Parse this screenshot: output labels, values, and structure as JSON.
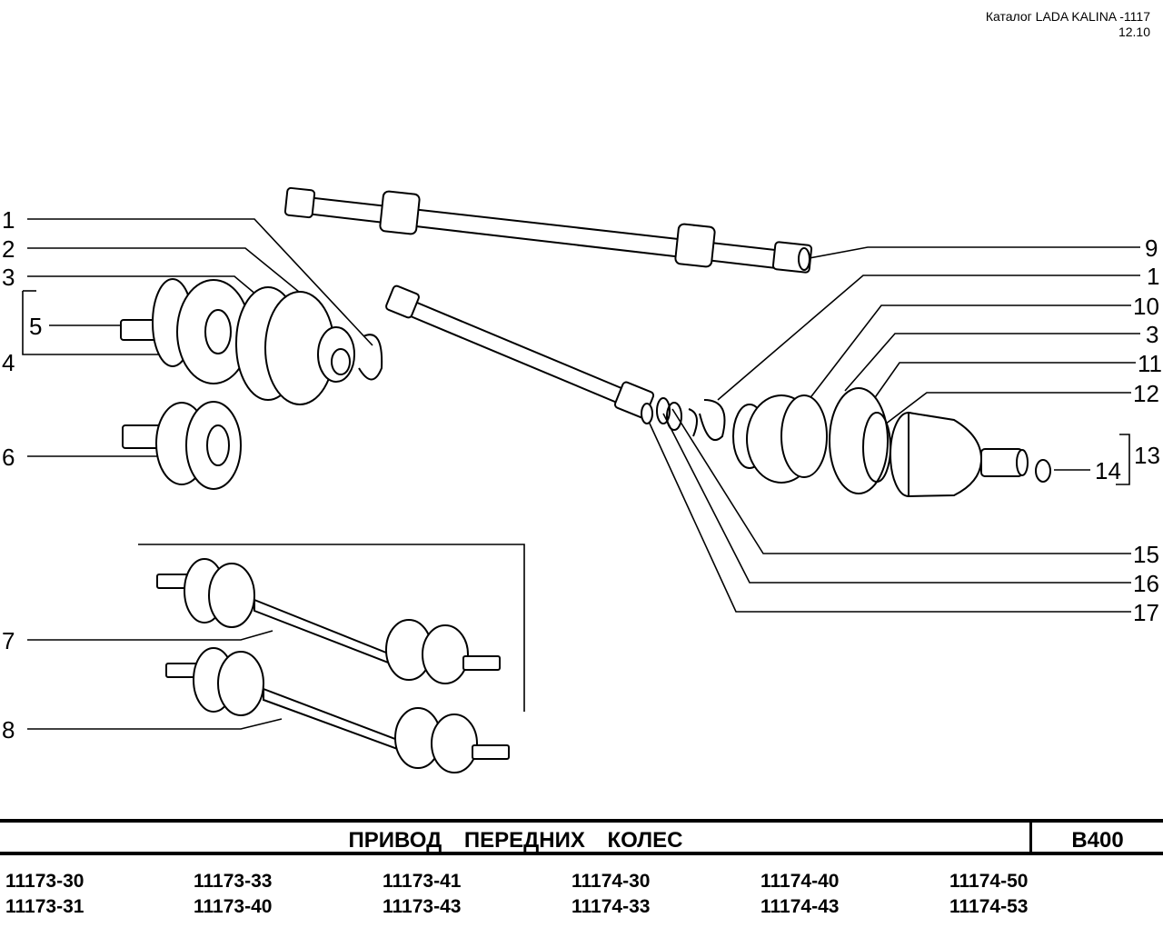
{
  "header": {
    "catalog": "Каталог LADA KALINA -1117",
    "date": "12.10"
  },
  "title": "ПРИВОД ПЕРЕДНИХ КОЛЕС",
  "section_code": "B400",
  "callouts_left": [
    "1",
    "2",
    "3",
    "4",
    "5",
    "6",
    "7",
    "8"
  ],
  "callouts_right": [
    "9",
    "1",
    "10",
    "3",
    "11",
    "12",
    "13",
    "14",
    "15",
    "16",
    "17"
  ],
  "models": [
    [
      "11173-30",
      "11173-31"
    ],
    [
      "11173-33",
      "11173-40"
    ],
    [
      "11173-41",
      "11173-43"
    ],
    [
      "11174-30",
      "11174-33"
    ],
    [
      "11174-40",
      "11174-43"
    ],
    [
      "11174-50",
      "11174-53"
    ]
  ]
}
